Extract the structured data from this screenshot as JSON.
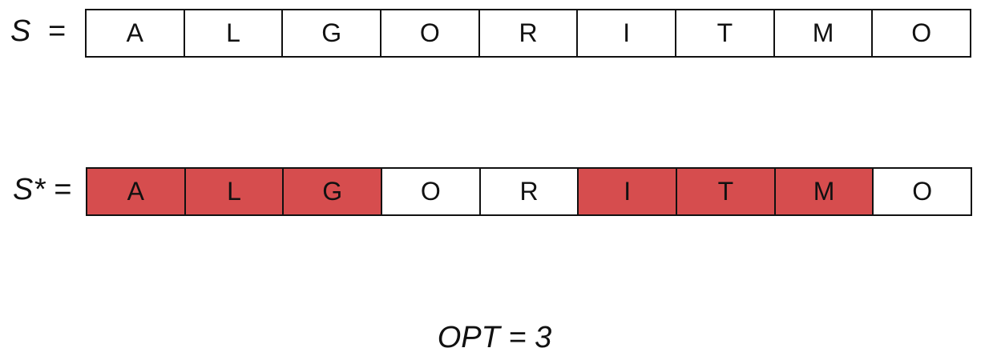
{
  "rows": [
    {
      "label": "S  =",
      "cells": [
        {
          "letter": "A",
          "highlighted": false
        },
        {
          "letter": "L",
          "highlighted": false
        },
        {
          "letter": "G",
          "highlighted": false
        },
        {
          "letter": "O",
          "highlighted": false
        },
        {
          "letter": "R",
          "highlighted": false
        },
        {
          "letter": "I",
          "highlighted": false
        },
        {
          "letter": "T",
          "highlighted": false
        },
        {
          "letter": "M",
          "highlighted": false
        },
        {
          "letter": "O",
          "highlighted": false
        }
      ]
    },
    {
      "label": "S* =",
      "cells": [
        {
          "letter": "A",
          "highlighted": true
        },
        {
          "letter": "L",
          "highlighted": true
        },
        {
          "letter": "G",
          "highlighted": true
        },
        {
          "letter": "O",
          "highlighted": false
        },
        {
          "letter": "R",
          "highlighted": false
        },
        {
          "letter": "I",
          "highlighted": true
        },
        {
          "letter": "T",
          "highlighted": true
        },
        {
          "letter": "M",
          "highlighted": true
        },
        {
          "letter": "O",
          "highlighted": false
        }
      ]
    }
  ],
  "result": "OPT = 3",
  "colors": {
    "highlight": "#d64d4e",
    "normal": "#ffffff",
    "border": "#111111"
  }
}
